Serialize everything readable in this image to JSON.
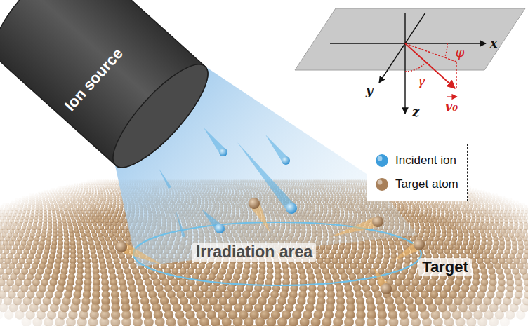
{
  "diagram": {
    "nodes": [
      {
        "text": [
          "Ion source"
        ]
      }
    ],
    "labels": [
      "Irradiation area",
      "Target",
      "x",
      "y",
      "z",
      "φ",
      "γ",
      "v₀"
    ],
    "legend": [
      {
        "text": "Incident ion",
        "color": "#3d9ddb"
      },
      {
        "text": "Target atom",
        "color": "#a8805a"
      }
    ]
  }
}
